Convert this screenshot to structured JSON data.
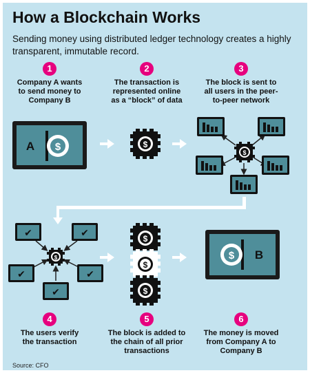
{
  "header": {
    "title": "How a Blockchain Works",
    "subtitle": "Sending money using distributed ledger technology creates a highly transparent, immutable record."
  },
  "steps": [
    {
      "number": "1",
      "text": "Company A wants\nto send money to\nCompany B"
    },
    {
      "number": "2",
      "text": "The transaction is\nrepresented online\nas a “block” of data"
    },
    {
      "number": "3",
      "text": "The block is sent to\nall users in the peer-\nto-peer network"
    },
    {
      "number": "4",
      "text": "The users verify\nthe transaction"
    },
    {
      "number": "5",
      "text": "The block is added to\nthe chain of all prior\ntransactions"
    },
    {
      "number": "6",
      "text": "The money is moved\nfrom Company A to\nCompany B"
    }
  ],
  "labels": {
    "company_a": "A",
    "company_b": "B",
    "dollar": "$",
    "check": "✔"
  },
  "source": "Source: CFO",
  "colors": {
    "background": "#c4e3ef",
    "screen": "#4f8e9a",
    "device": "#1a1a1a",
    "accent": "#e6007e",
    "arrow": "#ffffff"
  }
}
